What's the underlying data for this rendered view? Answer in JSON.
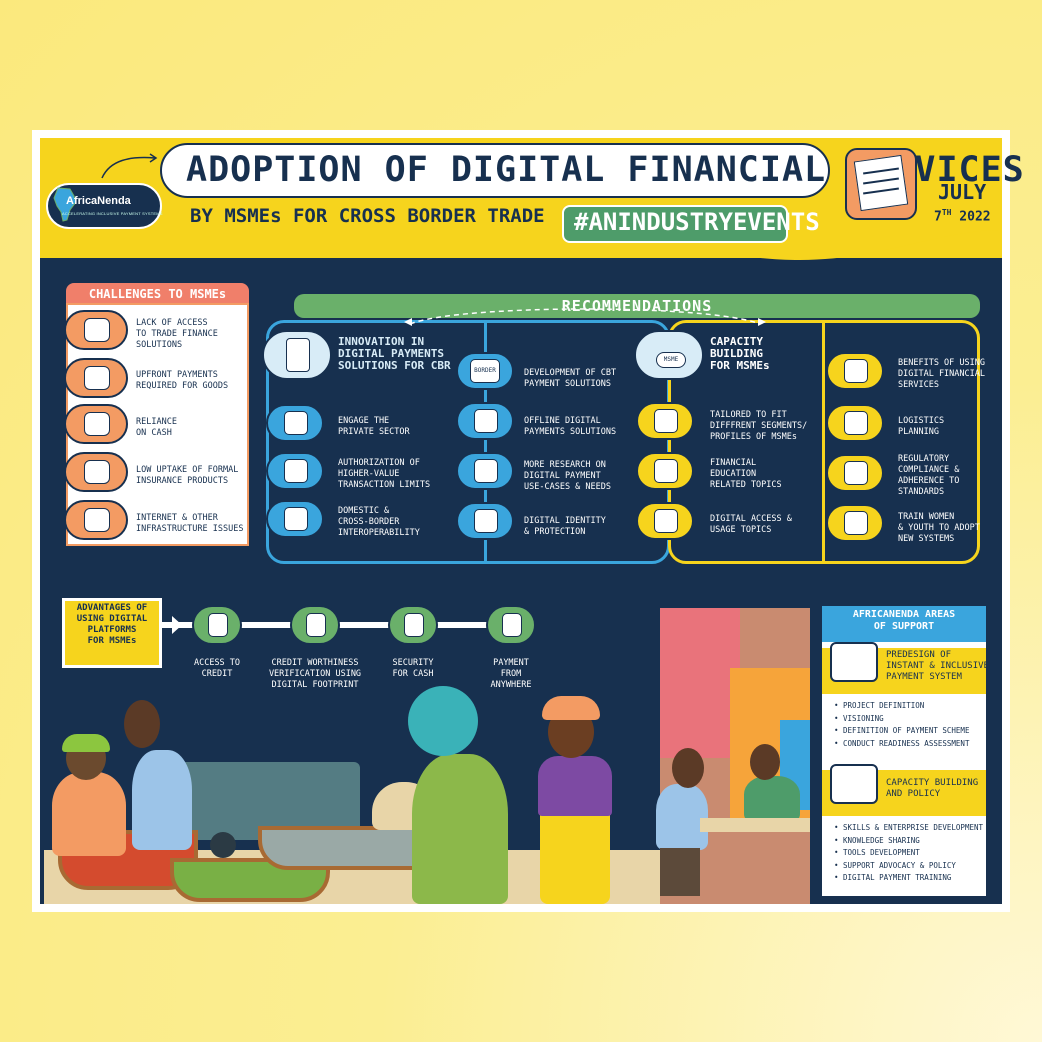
{
  "header": {
    "logo": "AfricaNenda",
    "logo_tagline": "ACCELERATING INCLUSIVE PAYMENT SYSTEMS",
    "title": "ADOPTION OF DIGITAL FINANCIAL SERVICES",
    "subtitle": "BY MSMEs FOR CROSS BORDER TRADE",
    "hashtag": "#ANINDUSTRYEVENTS",
    "date_month": "JULY",
    "date_day": "7",
    "date_day_suffix": "TH",
    "date_year": "2022"
  },
  "challenges": {
    "title": "CHALLENGES TO MSMEs",
    "items": [
      {
        "label": "LACK OF ACCESS\nTO TRADE FINANCE\nSOLUTIONS",
        "icon": "money-bag-icon"
      },
      {
        "label": "UPFRONT PAYMENTS\nREQUIRED FOR GOODS",
        "icon": "hand-cash-icon"
      },
      {
        "label": "RELIANCE\nON CASH",
        "icon": "cash-stack-icon"
      },
      {
        "label": "LOW UPTAKE OF FORMAL\nINSURANCE PRODUCTS",
        "icon": "umbrella-icon"
      },
      {
        "label": "INTERNET & OTHER\nINFRASTRUCTURE ISSUES",
        "icon": "cable-icon"
      }
    ]
  },
  "recommendations": {
    "title": "RECOMMENDATIONS",
    "innovation": {
      "heading": "INNOVATION IN\nDIGITAL PAYMENTS\nSOLUTIONS FOR CBR",
      "col1": [
        {
          "label": "ENGAGE THE\nPRIVATE SECTOR",
          "icon": "handshake-icon"
        },
        {
          "label": "AUTHORIZATION OF\nHIGHER-VALUE\nTRANSACTION LIMITS",
          "icon": "document-icon"
        },
        {
          "label": "DOMESTIC &\nCROSS-BORDER\nINTEROPERABILITY",
          "icon": "connector-icon"
        }
      ],
      "col2": [
        {
          "label": "DEVELOPMENT OF CBT\nPAYMENT SOLUTIONS",
          "icon": "border-sign-icon",
          "icon_text": "BORDER"
        },
        {
          "label": "OFFLINE DIGITAL\nPAYMENTS SOLUTIONS",
          "icon": "offline-phone-icon"
        },
        {
          "label": "MORE RESEARCH ON\nDIGITAL PAYMENT\nUSE-CASES & NEEDS",
          "icon": "papers-icon"
        },
        {
          "label": "DIGITAL IDENTITY\n& PROTECTION",
          "icon": "fingerprint-icon"
        }
      ]
    },
    "capacity": {
      "heading": "CAPACITY\nBUILDING\nFOR MSMEs",
      "icon_text": "MSME",
      "col1": [
        {
          "label": "TAILORED TO FIT\nDIFFFRENT SEGMENTS/\nPROFILES OF MSMEs",
          "icon": "segments-icon"
        },
        {
          "label": "FINANCIAL\nEDUCATION\nRELATED TOPICS",
          "icon": "cash-register-icon"
        },
        {
          "label": "DIGITAL ACCESS &\nUSAGE TOPICS",
          "icon": "phone-tap-icon"
        }
      ],
      "col2": [
        {
          "label": "BENEFITS OF USING\nDIGITAL FINANCIAL\nSERVICES",
          "icon": "mobile-money-icon"
        },
        {
          "label": "LOGISTICS\nPLANNING",
          "icon": "truck-icon"
        },
        {
          "label": "REGULATORY\nCOMPLIANCE &\nADHERENCE TO\nSTANDARDS",
          "icon": "checklist-icon"
        },
        {
          "label": "TRAIN WOMEN\n& YOUTH TO ADOPT\nNEW SYSTEMS",
          "icon": "faces-icon"
        }
      ]
    }
  },
  "advantages": {
    "title": "ADVANTAGES OF\nUSING DIGITAL\nPLATFORMS\nFOR MSMEs",
    "items": [
      {
        "label": "ACCESS TO\nCREDIT",
        "icon": "pos-terminal-icon"
      },
      {
        "label": "CREDIT WORTHINESS\nVERIFICATION USING\nDIGITAL FOOTPRINT",
        "icon": "footprints-icon"
      },
      {
        "label": "SECURITY\nFOR CASH",
        "icon": "secure-cash-icon"
      },
      {
        "label": "PAYMENT\nFROM\nANYWHERE",
        "icon": "location-pin-icon"
      }
    ]
  },
  "support": {
    "title": "AFRICANENDA AREAS\nOF SUPPORT",
    "sections": [
      {
        "heading": "PREDESIGN OF\nINSTANT & INCLUSIVE\nPAYMENT SYSTEM",
        "icon": "payment-terminal-icon",
        "items": [
          "PROJECT DEFINITION",
          "VISIONING",
          "DEFINITION OF PAYMENT SCHEME",
          "CONDUCT READINESS ASSESSMENT"
        ]
      },
      {
        "heading": "CAPACITY BUILDING\nAND POLICY",
        "icon": "policy-doc-icon",
        "items": [
          "SKILLS & ENTERPRISE DEVELOPMENT",
          "KNOWLEDGE SHARING",
          "TOOLS DEVELOPMENT",
          "SUPPORT ADVOCACY & POLICY",
          "DIGITAL PAYMENT TRAINING"
        ]
      }
    ]
  },
  "colors": {
    "navy": "#17304f",
    "yellow": "#f6d41d",
    "blue": "#3aa5dd",
    "green": "#6ab06a",
    "orange": "#f39b63",
    "coral": "#f07f6a"
  }
}
